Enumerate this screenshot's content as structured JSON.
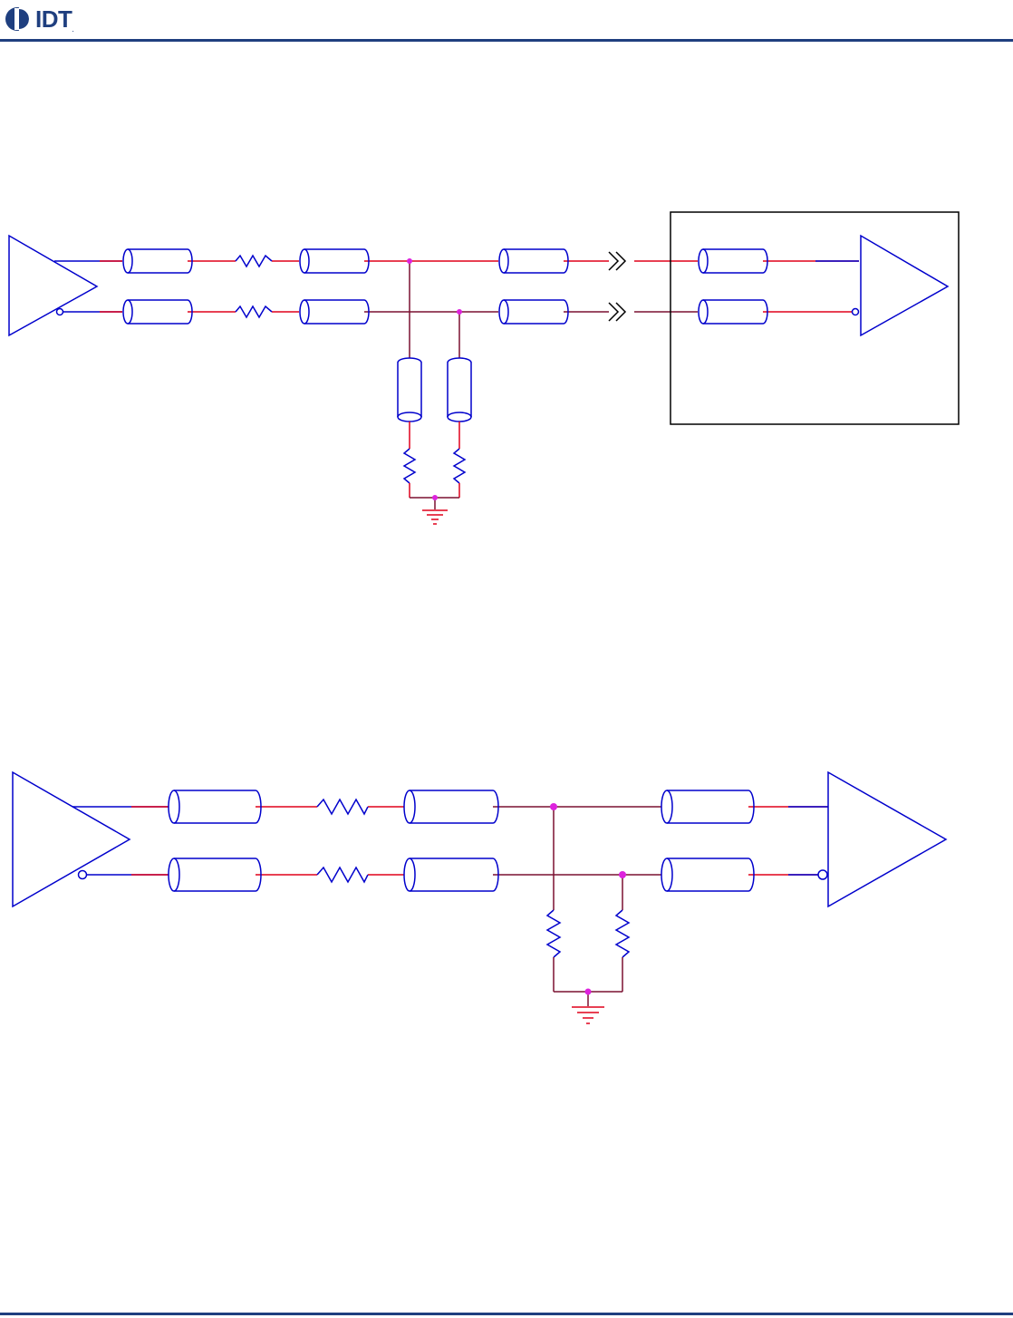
{
  "header": {
    "logo_text": "IDT",
    "logo_tm": "."
  },
  "colors": {
    "component": "#0000cc",
    "wire": "#e0001a",
    "wire_dark": "#7a1030",
    "node": "#dd22dd",
    "rule": "#1f3f7f",
    "box": "#000000",
    "logo": "#1f3f7f"
  },
  "icons": {
    "driver": "triangle-buffer",
    "receiver": "triangle-buffer",
    "transmission_line": "cylinder",
    "resistor": "zigzag",
    "ground": "ground-symbol",
    "connector": "double-chevron"
  }
}
